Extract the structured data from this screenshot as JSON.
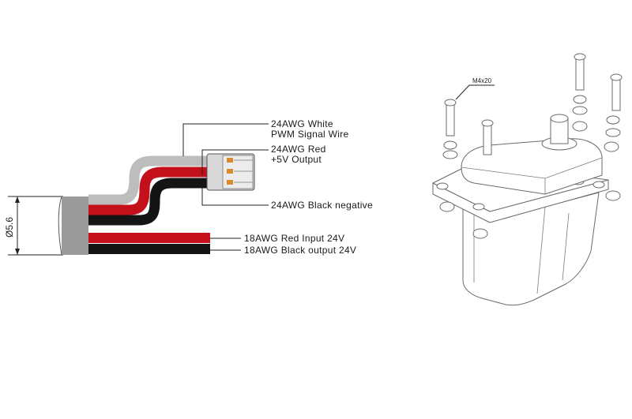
{
  "colors": {
    "red": "#c4101a",
    "black": "#141414",
    "white_wire": "#bdbdbd",
    "sheath": "#9a9a9a",
    "connector": "#d9d9d9",
    "pin": "#d98a2b"
  },
  "diameter_label": "Ø5.6",
  "wire_labels": {
    "white_line1": "24AWG White",
    "white_line2": "PWM Signal Wire",
    "red_line1": "24AWG Red",
    "red_line2": "+5V Output",
    "black_negative": "24AWG  Black negative",
    "red_input": "18AWG Red Input 24V",
    "black_output": "18AWG Black output 24V"
  },
  "screw_label": "M4x20"
}
